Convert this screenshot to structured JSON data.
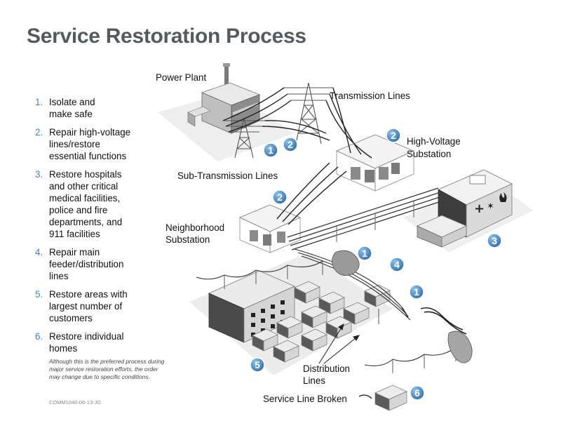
{
  "title": "Service Restoration Process",
  "steps": [
    {
      "num": "1.",
      "line1": "Isolate and",
      "line2": "make safe"
    },
    {
      "num": "2.",
      "line1": "Repair high-voltage",
      "line2": "lines/restore",
      "line3": "essential functions"
    },
    {
      "num": "3.",
      "line1": "Restore hospitals",
      "line2": "and other critical",
      "line3": "medical facilities,",
      "line4": "police and fire",
      "line5": "departments, and",
      "line6": "911 facilities"
    },
    {
      "num": "4.",
      "line1": "Repair main",
      "line2": "feeder/distribution",
      "line3": "lines"
    },
    {
      "num": "5.",
      "line1": "Restore areas with",
      "line2": "largest number of",
      "line3": "customers"
    },
    {
      "num": "6.",
      "line1": "Restore individual",
      "line2": "homes"
    }
  ],
  "note": {
    "line1": "Although this is the preferred process during",
    "line2": "major service restoration efforts, the order",
    "line3": "may change due to specific conditions."
  },
  "code": "COMM1040-06-13-JG",
  "labels": {
    "power_plant": "Power Plant",
    "transmission_lines": "Transmission Lines",
    "high_voltage_1": "High-Voltage",
    "high_voltage_2": "Substation",
    "sub_transmission": "Sub-Transmission Lines",
    "neighborhood_1": "Neighborhood",
    "neighborhood_2": "Substation",
    "distribution_1": "Distribution",
    "distribution_2": "Lines",
    "service_line": "Service Line Broken"
  },
  "badges": {
    "b1": "1",
    "b2": "2",
    "b3": "2",
    "b4": "2",
    "b5": "3",
    "b6": "1",
    "b7": "4",
    "b8": "1",
    "b9": "5",
    "b10": "6"
  },
  "colors": {
    "title": "#555a5f",
    "step_number": "#3a86c8",
    "badge": "#4a8ccf",
    "building_light": "#f0f0f0",
    "building_mid": "#c9c9c9",
    "building_dark": "#6a6a6a"
  }
}
